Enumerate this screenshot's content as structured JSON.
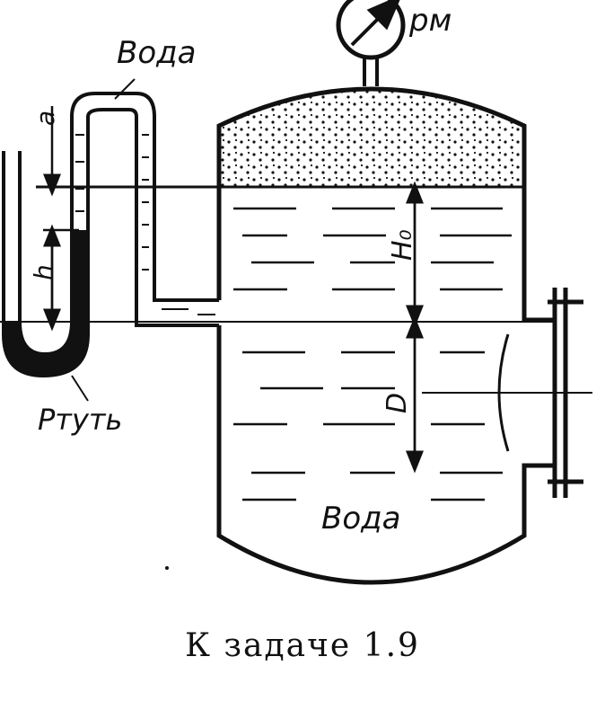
{
  "labels": {
    "water_top": "Вода",
    "water_bottom": "Вода",
    "gauge": "pм",
    "mercury": "Ртуть",
    "dim_a": "a",
    "dim_h": "h",
    "dim_H0": "H₀",
    "dim_D": "D"
  },
  "caption": "К задаче 1.9",
  "colors": {
    "ink": "#111111",
    "paper": "#ffffff"
  },
  "icons": {
    "gauge": "pressure-gauge-icon"
  }
}
